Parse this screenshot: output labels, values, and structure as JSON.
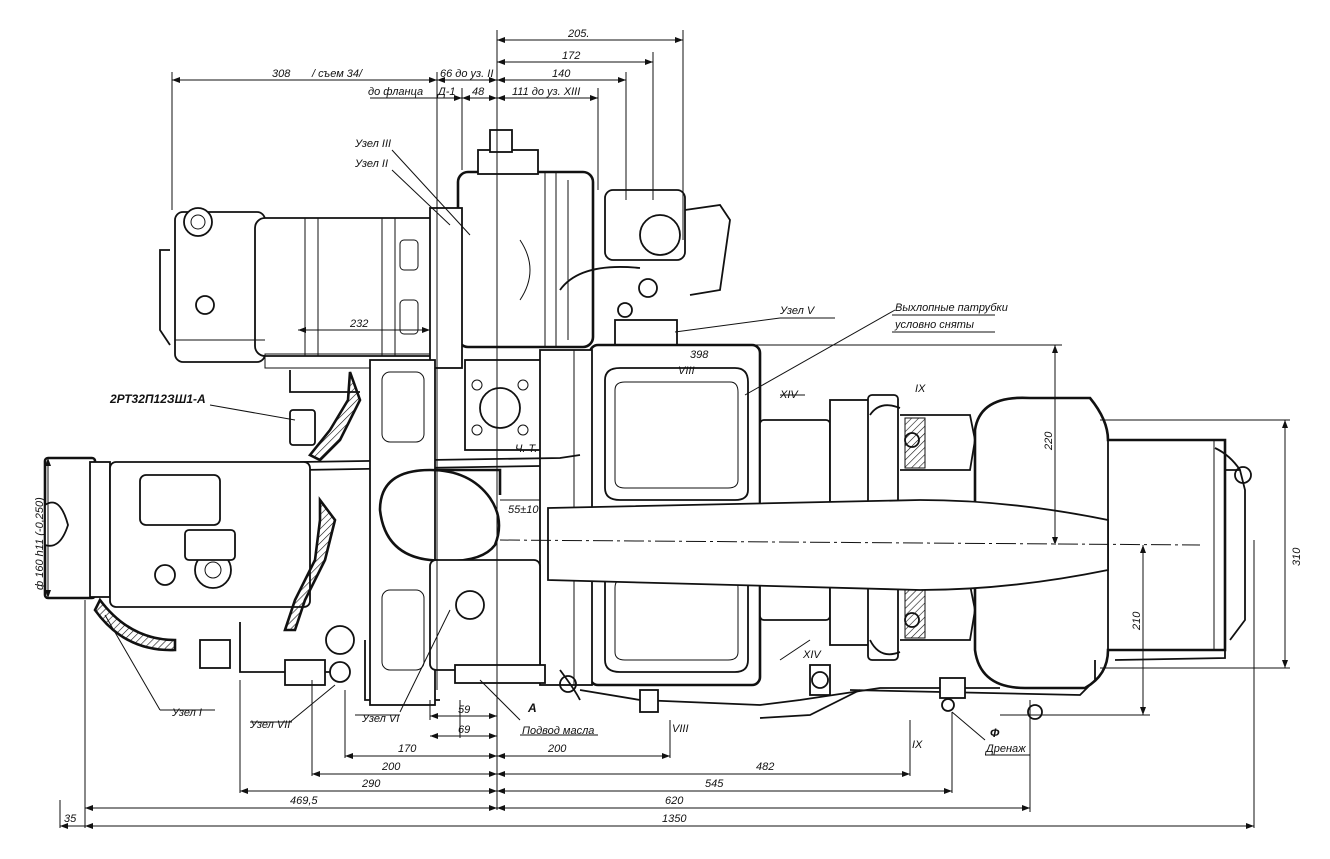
{
  "top_dimensions": {
    "d205": "205.",
    "d172": "172",
    "d308": "308",
    "cut": "/ съем 34/",
    "d66": "66 до уз. II",
    "d140": "140",
    "flange": "до фланца",
    "d1": "Д-1",
    "d48": "48",
    "d111": "111 до уз. XIII"
  },
  "labels": {
    "uzel3": "Узел III",
    "uzel2": "Узел II",
    "d232": "232",
    "connector": "2РТ32П12ЗШ1-А",
    "uzel5": "Узел V",
    "exhaust1": "Выхлопные патрубки",
    "exhaust2": "условно сняты",
    "d398": "398",
    "roman8": "VIII",
    "roman14": "XIV",
    "roman9": "IX",
    "ct": "Ч. Т.",
    "d55": "55±10",
    "d220": "220",
    "d310": "310",
    "d210": "210",
    "diameter": "ф 160 h11 (-0,250)",
    "uzel1": "Узел I",
    "uzel7": "Узел VII",
    "uzel6": "Узел VI",
    "a": "А",
    "oil": "Подвод масла",
    "d59": "59",
    "d69": "69",
    "f": "Ф",
    "drain": "Дренаж"
  },
  "bottom_dimensions": {
    "d170": "170",
    "d200a": "200",
    "d200b": "200",
    "d482": "482",
    "d290": "290",
    "d545": "545",
    "d469": "469,5",
    "d620": "620",
    "d35": "35",
    "d1350": "1350"
  }
}
